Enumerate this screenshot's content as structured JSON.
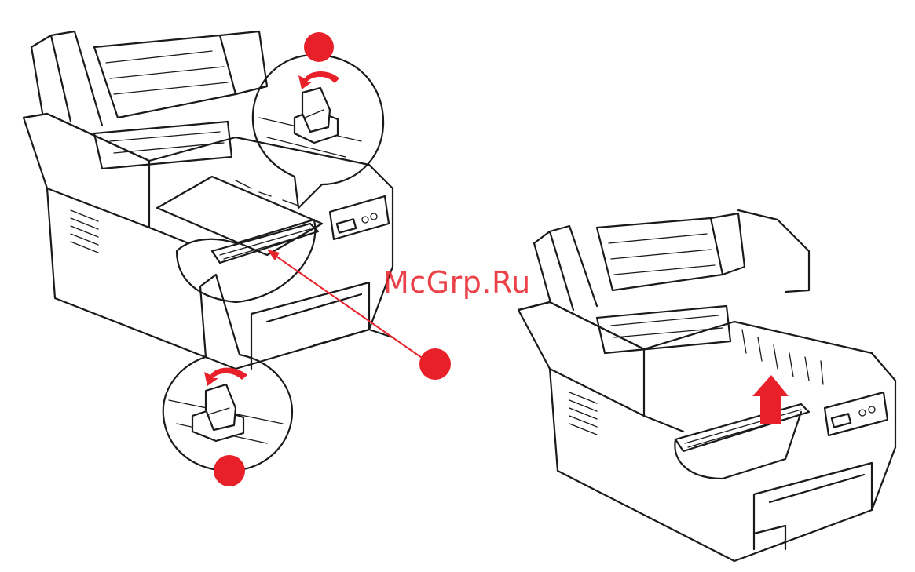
{
  "watermark": {
    "text": "McGrp.Ru"
  },
  "colors": {
    "accent_red": "#e8202a",
    "line": "#1a1a1a",
    "background": "#ffffff"
  },
  "callouts": [
    {
      "name": "marker-top",
      "color": "#e8202a"
    },
    {
      "name": "marker-belt",
      "color": "#e8202a"
    },
    {
      "name": "marker-bottom",
      "color": "#e8202a"
    }
  ],
  "icons": [
    "rotate-arrow-icon",
    "lift-arrow-icon",
    "locking-lever-icon"
  ]
}
